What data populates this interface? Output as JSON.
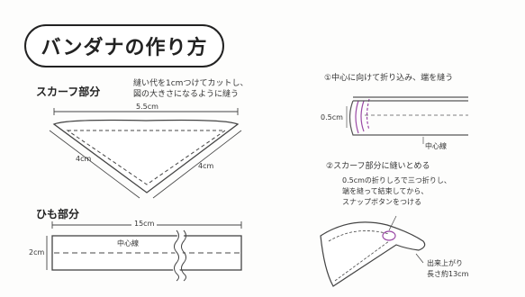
{
  "title": "バンダナの作り方",
  "scarf": {
    "heading": "スカーフ部分",
    "note_line1": "縫い代を1cmつけてカットし、",
    "note_line2": "図の大きさになるように縫う",
    "width_label": "5.5cm",
    "side_left": "4cm",
    "side_right": "4cm"
  },
  "strap": {
    "heading": "ひも部分",
    "length_label": "15cm",
    "height_label": "2cm",
    "center_label": "中心線"
  },
  "step1": {
    "text": "①中心に向けて折り込み、端を縫う",
    "measure": "0.5cm",
    "center_label": "中心線"
  },
  "step2": {
    "line1": "②スカーフ部分に縫いとめる",
    "line2": "0.5cmの折りしろで三つ折りし、",
    "line3": "端を縫って結束してから、",
    "line4": "スナップボタンをつける"
  },
  "finished": {
    "line1": "出来上がり",
    "line2": "長さ約13cm"
  },
  "colors": {
    "ink": "#333333",
    "accent": "#9b4aa6",
    "fold_stroke": "#555555"
  }
}
